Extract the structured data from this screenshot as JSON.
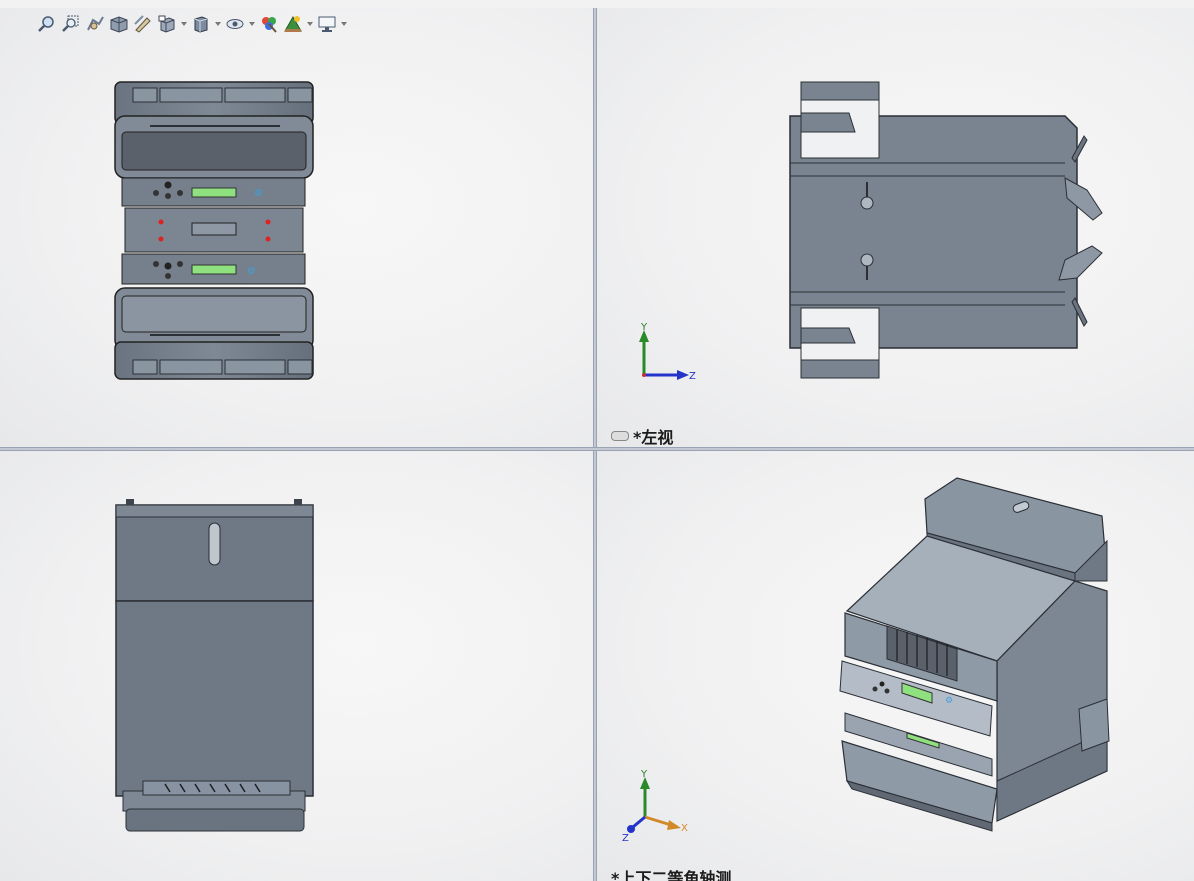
{
  "toolbar": {
    "icons": [
      {
        "name": "zoom-to-fit-icon"
      },
      {
        "name": "zoom-to-area-icon"
      },
      {
        "name": "previous-view-icon"
      },
      {
        "name": "section-view-icon"
      },
      {
        "name": "dynamic-annotation-icon"
      },
      {
        "name": "view-orientation-icon",
        "dropdown": true
      },
      {
        "name": "display-style-icon",
        "dropdown": true
      },
      {
        "name": "hide-show-items-icon",
        "dropdown": true
      },
      {
        "name": "edit-appearance-icon"
      },
      {
        "name": "apply-scene-icon",
        "dropdown": true
      },
      {
        "name": "view-settings-icon",
        "dropdown": true
      }
    ]
  },
  "viewports": {
    "top_left": {
      "label": ""
    },
    "top_right": {
      "label": "*左视",
      "triad": {
        "up": "Y",
        "right": "Z"
      }
    },
    "bottom_left": {
      "label": ""
    },
    "bottom_right": {
      "label": "*上下二等角轴测",
      "triad": {
        "up": "Y",
        "right": "X",
        "front": "Z"
      }
    }
  },
  "colors": {
    "model_body": "#78828f",
    "model_dark": "#4e5560",
    "model_light": "#a9b2bc",
    "lcd_green": "#8fe07f",
    "axis_y": "#2a8a2a",
    "axis_z": "#2433c9",
    "axis_x": "#d08a2a"
  }
}
